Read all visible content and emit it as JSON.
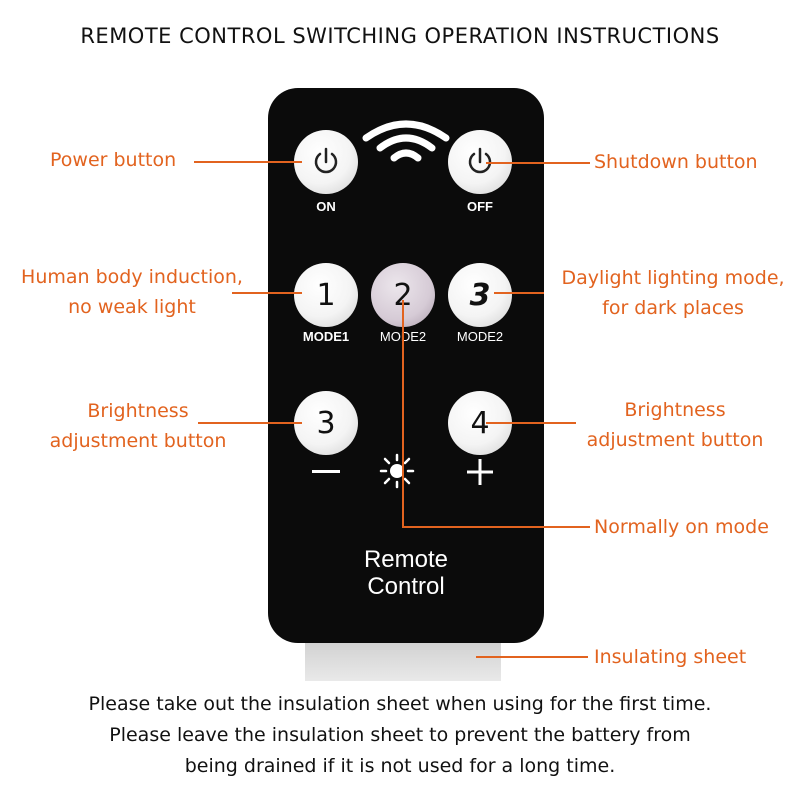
{
  "title": "REMOTE CONTROL SWITCHING OPERATION INSTRUCTIONS",
  "remote": {
    "buttons": [
      {
        "id": "on",
        "label": "ON"
      },
      {
        "id": "off",
        "label": "OFF"
      },
      {
        "id": "mode1",
        "number": "1",
        "label": "MODE1"
      },
      {
        "id": "mode2",
        "number": "2",
        "label": "MODE2"
      },
      {
        "id": "mode3",
        "number": "3",
        "label": "MODE2"
      },
      {
        "id": "bright-down",
        "number": "3",
        "label": "—"
      },
      {
        "id": "bright-up",
        "number": "4",
        "label": "+"
      }
    ],
    "name_line1": "Remote",
    "name_line2": "Control"
  },
  "callouts": {
    "power": "Power button",
    "shutdown": "Shutdown button",
    "human_line1": "Human body induction,",
    "human_line2": "no weak light",
    "daylight_line1": "Daylight lighting mode,",
    "daylight_line2": "for dark places",
    "bright_left_line1": "Brightness",
    "bright_left_line2": "adjustment button",
    "bright_right_line1": "Brightness",
    "bright_right_line2": "adjustment button",
    "normally_on": "Normally on mode",
    "insulating": "Insulating sheet"
  },
  "footer": {
    "line1": "Please take out the insulation sheet when using for the first time.",
    "line2": "Please leave the insulation sheet to prevent the battery from",
    "line3": "being drained if it is not used for a long time."
  },
  "colors": {
    "callout": "#e2631f",
    "remote_body": "#0b0b0b",
    "button": "#f4f4f4"
  }
}
